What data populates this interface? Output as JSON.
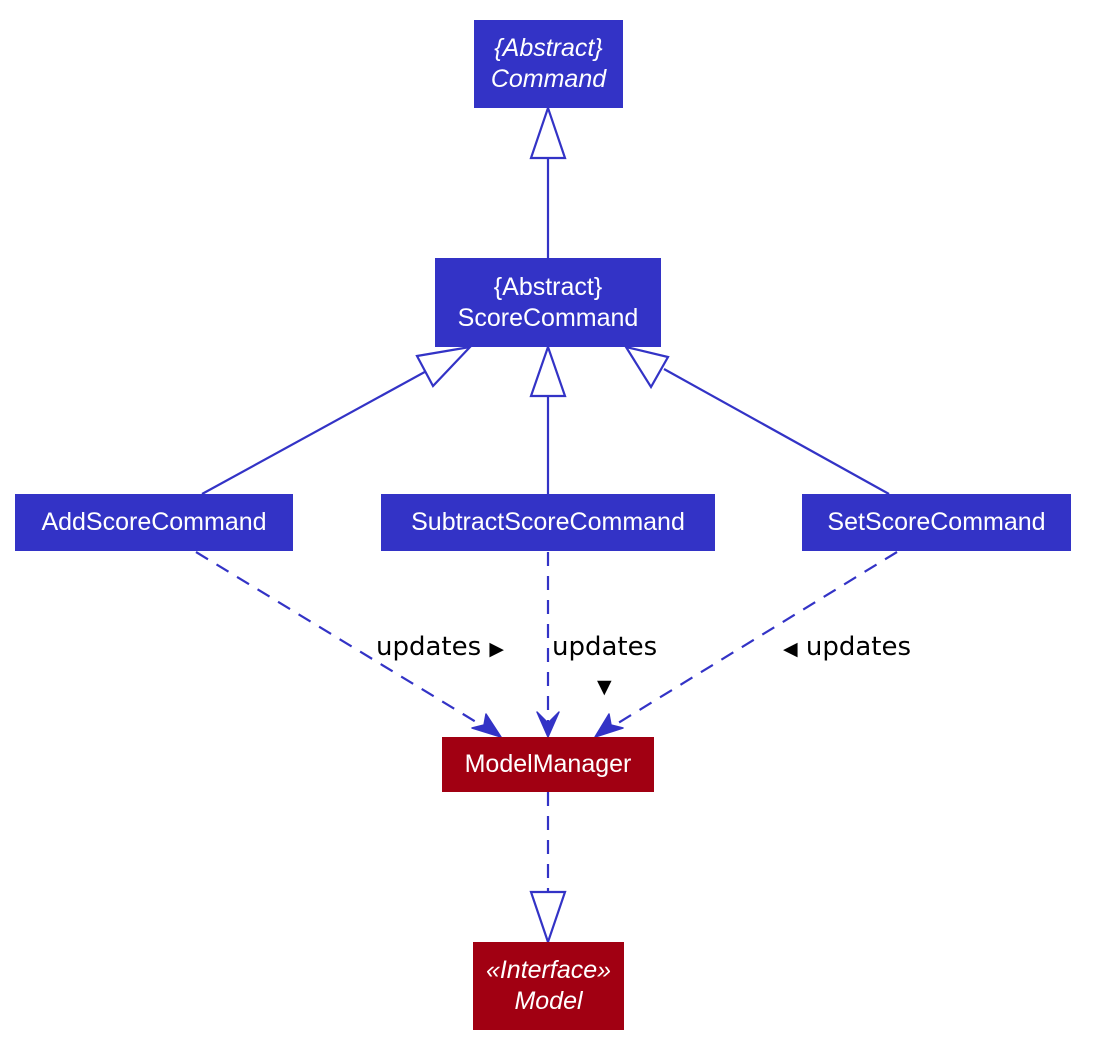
{
  "nodes": {
    "command": {
      "stereotype": "{Abstract}",
      "name": "Command"
    },
    "score_command": {
      "stereotype": "{Abstract}",
      "name": "ScoreCommand"
    },
    "add_score_command": {
      "name": "AddScoreCommand"
    },
    "subtract_score_command": {
      "name": "SubtractScoreCommand"
    },
    "set_score_command": {
      "name": "SetScoreCommand"
    },
    "model_manager": {
      "name": "ModelManager"
    },
    "model": {
      "stereotype": "«Interface»",
      "name": "Model"
    }
  },
  "edges": {
    "add_updates": {
      "text": "updates",
      "arrow": "▶"
    },
    "subtract_updates": {
      "text": "updates",
      "arrow": "▼"
    },
    "set_updates": {
      "text": "updates",
      "arrow": "◀"
    }
  },
  "colors": {
    "command_fill": "#3333c6",
    "model_fill": "#a10012",
    "edge_stroke": "#3333c6",
    "text": "#ffffff"
  }
}
